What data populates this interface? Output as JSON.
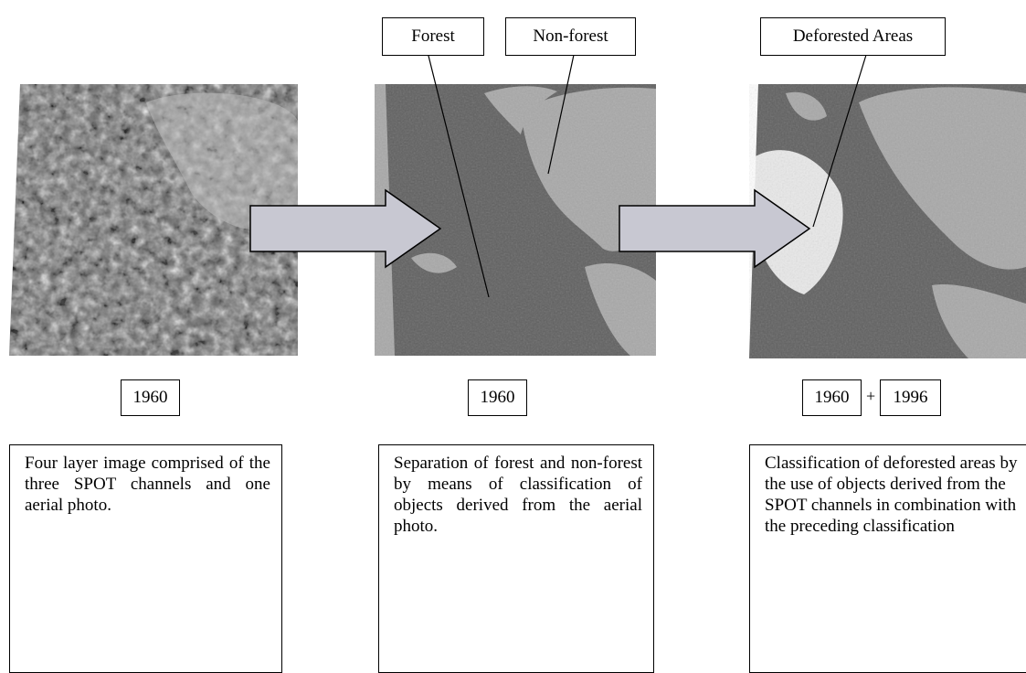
{
  "labels": {
    "forest": "Forest",
    "non_forest": "Non-forest",
    "deforested": "Deforested Areas"
  },
  "years": {
    "panel1": "1960",
    "panel2": "1960",
    "panel3_a": "1960",
    "plus": "+",
    "panel3_b": "1996"
  },
  "descriptions": {
    "panel1": "Four layer image comprised of the three SPOT channels and one aerial photo.",
    "panel2": "Separation of forest and non-forest by means of classification of objects derived from the aerial photo.",
    "panel3": "Classification of deforested areas by the use of objects derived from the SPOT channels in combination with the preceding classification"
  },
  "colors": {
    "arrow_fill": "#c8c8d2",
    "forest_dark": "#5e5e5e",
    "nonforest_light": "#a9a9a9",
    "deforested_white": "#ececec"
  }
}
